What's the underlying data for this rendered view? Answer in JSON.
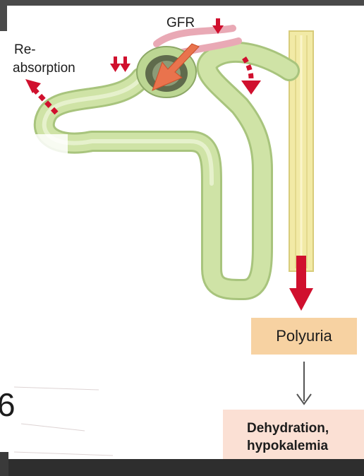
{
  "labels": {
    "gfr": "GFR",
    "reabsorption_line1": "Re-",
    "reabsorption_line2": "absorption",
    "polyuria": "Polyuria",
    "outcome_line1": "Dehydration,",
    "outcome_line2": "hypokalemia",
    "cropped_glyph": "6"
  },
  "colors": {
    "tubule_fill": "#cfe3a6",
    "tubule_stroke": "#a8c47d",
    "collecting_duct": "#f2eaa6",
    "red_arrow": "#d0102e",
    "polyuria_box": "#f7d2a2",
    "outcome_box": "#fbe0d4",
    "outcome_rule": "#c8102e"
  },
  "icons": {
    "gfr_indicator": "red-down-arrow-icon",
    "reabsorption_indicator": "double-red-down-arrow-icon",
    "flow_arrow": "gray-down-arrow-icon"
  }
}
